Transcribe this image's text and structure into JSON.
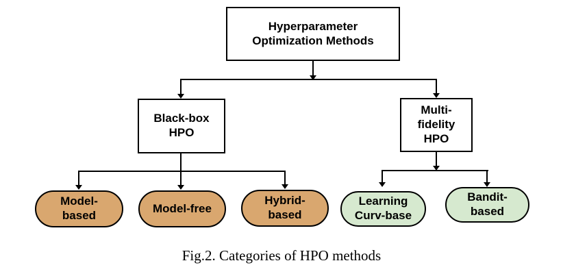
{
  "diagram": {
    "title_node": {
      "label": "Hyperparameter\nOptimization Methods"
    },
    "branches": [
      {
        "id": "black-box-hpo",
        "label": "Black-box\nHPO"
      },
      {
        "id": "multi-fidelity-hpo",
        "label": "Multi-\nfidelity\nHPO"
      }
    ],
    "leaves": [
      {
        "id": "model-based",
        "label": "Model-\nbased",
        "parent": "black-box-hpo"
      },
      {
        "id": "model-free",
        "label": "Model-free",
        "parent": "black-box-hpo"
      },
      {
        "id": "hybrid-based",
        "label": "Hybrid-\nbased",
        "parent": "black-box-hpo"
      },
      {
        "id": "learning-curv-base",
        "label": "Learning\nCurv-base",
        "parent": "multi-fidelity-hpo"
      },
      {
        "id": "bandit-based",
        "label": "Bandit-\nbased",
        "parent": "multi-fidelity-hpo"
      }
    ],
    "colors": {
      "black_box_leaf_fill": "#D9A76F",
      "multi_fidelity_leaf_fill": "#D6E9CF",
      "node_fill": "#FFFFFF",
      "line": "#000000"
    }
  },
  "caption": {
    "text": "Fig.2. Categories of HPO methods"
  }
}
